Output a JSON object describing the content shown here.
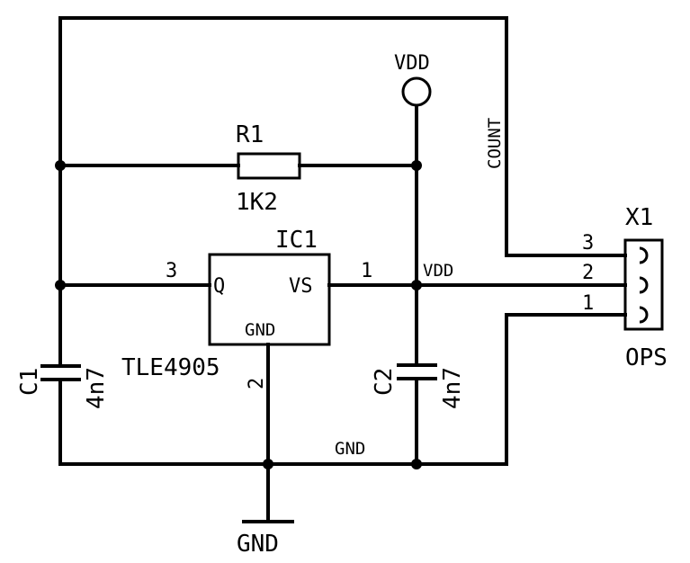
{
  "schematic": {
    "supply": {
      "label": "VDD"
    },
    "ground_symbol": {
      "label": "GND"
    },
    "r1": {
      "ref": "R1",
      "value": "1K2"
    },
    "ic1": {
      "ref": "IC1",
      "part": "TLE4905",
      "pin_q": "Q",
      "pin_vs": "VS",
      "pin_gnd": "GND",
      "pin3": "3",
      "pin1": "1",
      "pin2": "2"
    },
    "c1": {
      "ref": "C1",
      "value": "4n7"
    },
    "c2": {
      "ref": "C2",
      "value": "4n7"
    },
    "x1": {
      "ref": "X1",
      "name": "OPS",
      "pin3": "3",
      "pin2": "2",
      "pin1": "1"
    },
    "nets": {
      "count": "COUNT",
      "vdd": "VDD",
      "gnd": "GND"
    }
  }
}
